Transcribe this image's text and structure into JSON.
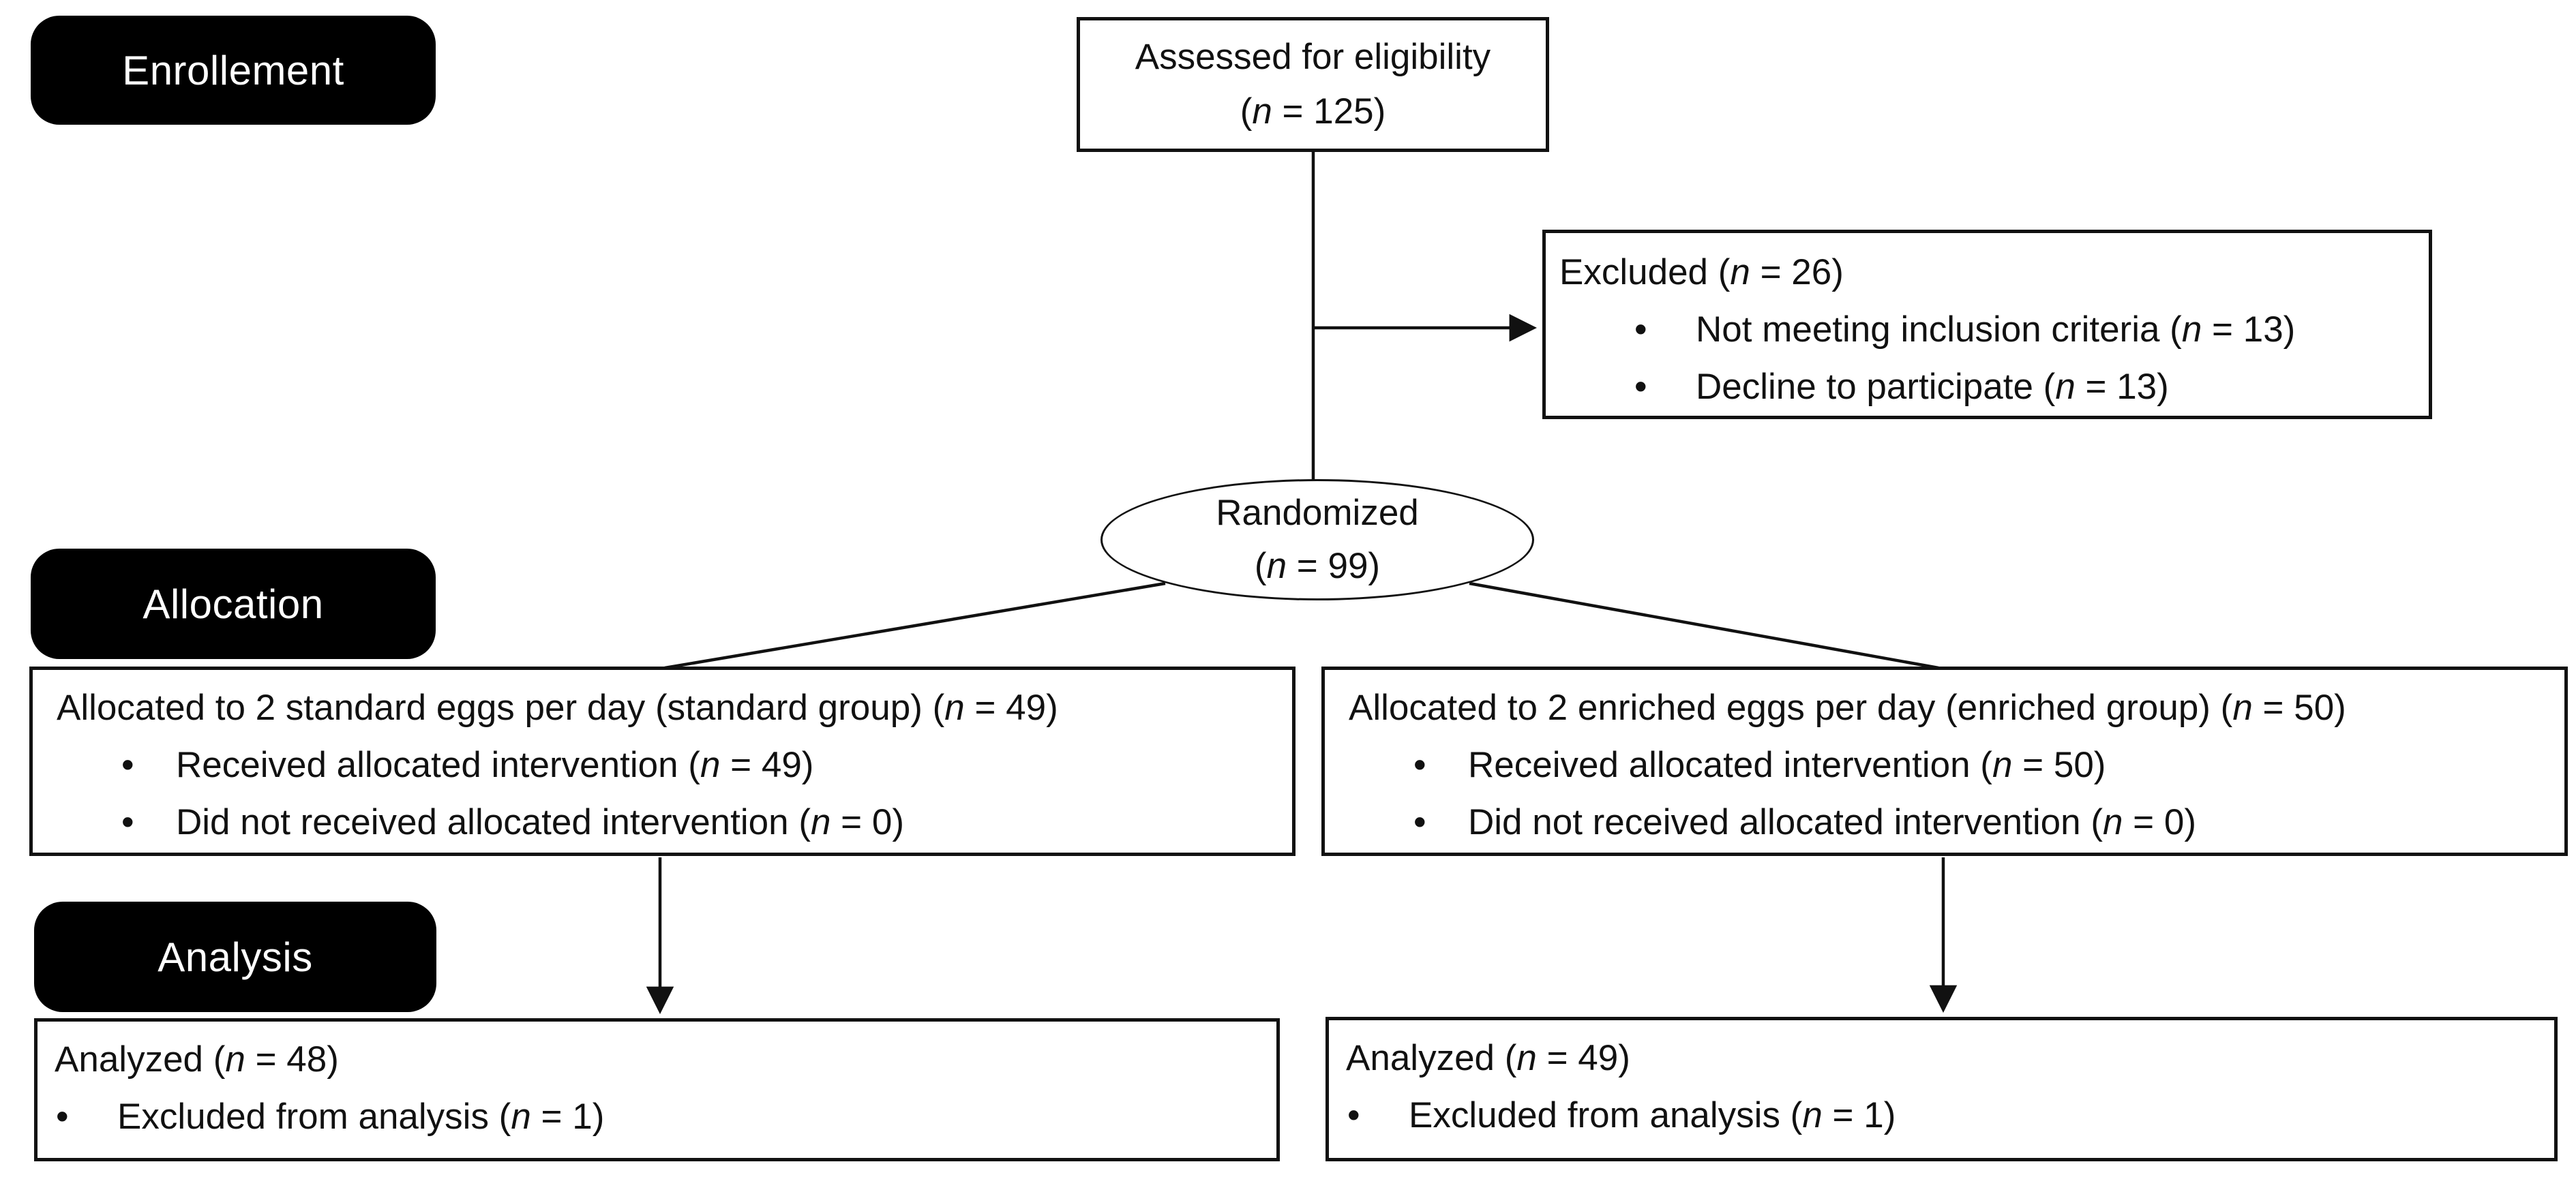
{
  "figure": {
    "type": "consort-flow-diagram",
    "colors": {
      "background": "#ffffff",
      "line_and_border": "#111111",
      "stage_label_bg": "#000000",
      "stage_label_text": "#ffffff"
    },
    "bullet_glyph": "•",
    "stages": {
      "enrollment_label": "Enrollement",
      "allocation_label": "Allocation",
      "analysis_label": "Analysis"
    },
    "eligibility_box": {
      "line1": "Assessed for eligibility",
      "line2": "(n = 125)"
    },
    "excluded_box": {
      "title": "Excluded (n = 26)",
      "bullets": [
        "Not meeting inclusion criteria (n = 13)",
        "Decline to participate (n = 13)"
      ]
    },
    "randomized_ellipse": {
      "line1": "Randomized",
      "line2": "(n = 99)"
    },
    "allocation_left_box": {
      "title": "Allocated to 2 standard eggs per day (standard group) (n = 49)",
      "bullets": [
        "Received allocated intervention (n = 49)",
        "Did not received allocated intervention (n = 0)"
      ]
    },
    "allocation_right_box": {
      "title": "Allocated to 2 enriched eggs per day (enriched group) (n = 50)",
      "bullets": [
        "Received allocated intervention (n = 50)",
        "Did not received allocated intervention (n = 0)"
      ]
    },
    "analysis_left_box": {
      "title": "Analyzed (n = 48)",
      "bullets": [
        "Excluded from analysis (n = 1)"
      ]
    },
    "analysis_right_box": {
      "title": "Analyzed (n = 49)",
      "bullets": [
        "Excluded from analysis (n = 1)"
      ]
    }
  }
}
